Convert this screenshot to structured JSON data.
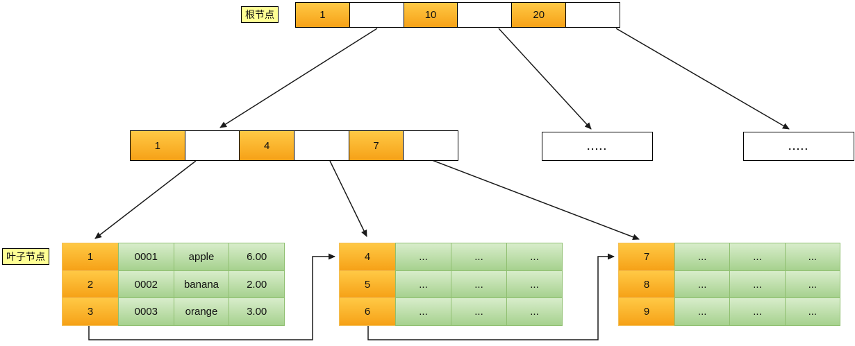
{
  "labels": {
    "root": "根节点",
    "leaf": "叶子节点"
  },
  "root_node": {
    "cells": [
      "1",
      "",
      "10",
      "",
      "20",
      ""
    ]
  },
  "internal_node": {
    "cells": [
      "1",
      "",
      "4",
      "",
      "7",
      ""
    ]
  },
  "ellipsis_nodes": {
    "first": ".....",
    "second": "....."
  },
  "leaf_nodes": [
    {
      "rows": [
        {
          "key": "1",
          "cols": [
            "0001",
            "apple",
            "6.00"
          ]
        },
        {
          "key": "2",
          "cols": [
            "0002",
            "banana",
            "2.00"
          ]
        },
        {
          "key": "3",
          "cols": [
            "0003",
            "orange",
            "3.00"
          ]
        }
      ]
    },
    {
      "rows": [
        {
          "key": "4",
          "cols": [
            "...",
            "...",
            "..."
          ]
        },
        {
          "key": "5",
          "cols": [
            "...",
            "...",
            "..."
          ]
        },
        {
          "key": "6",
          "cols": [
            "...",
            "...",
            "..."
          ]
        }
      ]
    },
    {
      "rows": [
        {
          "key": "7",
          "cols": [
            "...",
            "...",
            "..."
          ]
        },
        {
          "key": "8",
          "cols": [
            "...",
            "...",
            "..."
          ]
        },
        {
          "key": "9",
          "cols": [
            "...",
            "...",
            "..."
          ]
        }
      ]
    }
  ],
  "colors": {
    "orange_top": "#FFC945",
    "orange_bottom": "#F6A117",
    "orange_border": "#F3BE55",
    "green_top": "#D8EDCB",
    "green_bottom": "#A6D18E",
    "green_border": "#8FBF70",
    "label_bg": "#FFFF94",
    "line": "#1A1A1A"
  }
}
